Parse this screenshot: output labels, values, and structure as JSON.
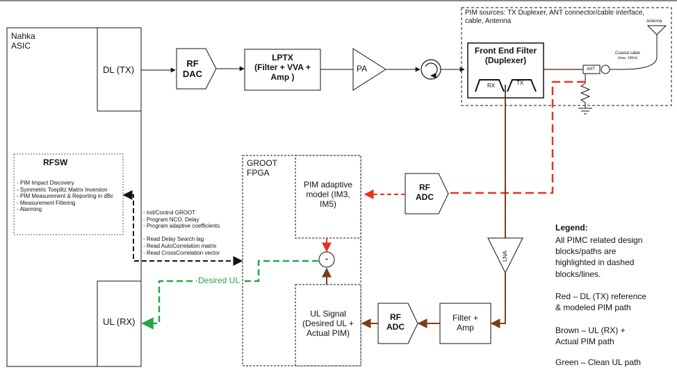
{
  "asic": {
    "name_line1": "Nahka",
    "name_line2": "ASIC",
    "dl_port": "DL (TX)",
    "ul_port": "UL (RX)"
  },
  "blocks": {
    "rf_dac": [
      "RF",
      "DAC"
    ],
    "lptx": [
      "LPTX",
      "(Filter + VVA +",
      "Amp )"
    ],
    "pa": "PA",
    "front_end_filter": [
      "Front End Filter",
      "(Duplexer)"
    ],
    "duplexer_rx": "RX",
    "duplexer_tx": "TX",
    "rf_adc_top": [
      "RF",
      "ADC"
    ],
    "lna": "LNA",
    "filter_amp": [
      "Filter +",
      "Amp"
    ],
    "rf_adc_bottom": [
      "RF",
      "ADC"
    ],
    "summer": "-"
  },
  "pim_sources": {
    "title_line1": "PIM sources: TX Duplexer, ANT connector/cable interface,",
    "title_line2": "cable, Antenna",
    "antenna": "Antenna",
    "coax_line1": "Coaxial cable",
    "coax_line2": "(max. 100m)",
    "ant": "ANT"
  },
  "rfsw": {
    "title": "RFSW",
    "items": [
      "- PIM Impact Discovery",
      "- Symmetric Toeplitz Matrix Inversion",
      "- PIM Measurement & Reporting in dBc",
      "- Measurement Filtering",
      "- Alarming"
    ]
  },
  "groot": {
    "title_line1": "GROOT",
    "title_line2": "FPGA",
    "pim_model": [
      "PIM adaptive",
      "model (IM3,",
      "IM5)"
    ],
    "ul_signal": [
      "UL Signal",
      "(Desired UL +",
      "Actual PIM)"
    ]
  },
  "control_notes": [
    "- Init/Control GROOT",
    "- Program NCO, Delay",
    "- Program adaptive coefficients",
    "",
    "- Read Delay Search lag",
    "- Read AutoCorrelation matrix",
    "- Read CrossCorrelation vector"
  ],
  "desired_ul": "Desired UL",
  "legend": {
    "title": "Legend:",
    "desc": [
      "All PIMC related design",
      "blocks/paths are",
      "highlighted in dashed",
      "blocks/lines."
    ],
    "red": [
      "Red – DL (TX) reference",
      "& modeled PIM path"
    ],
    "brown": [
      "Brown – UL (RX) +",
      "Actual PIM path"
    ],
    "green": "Green – Clean UL path"
  },
  "colors": {
    "red": "#e8321e",
    "brown": "#7a3e14",
    "green": "#22a64a",
    "ink": "#111111"
  }
}
